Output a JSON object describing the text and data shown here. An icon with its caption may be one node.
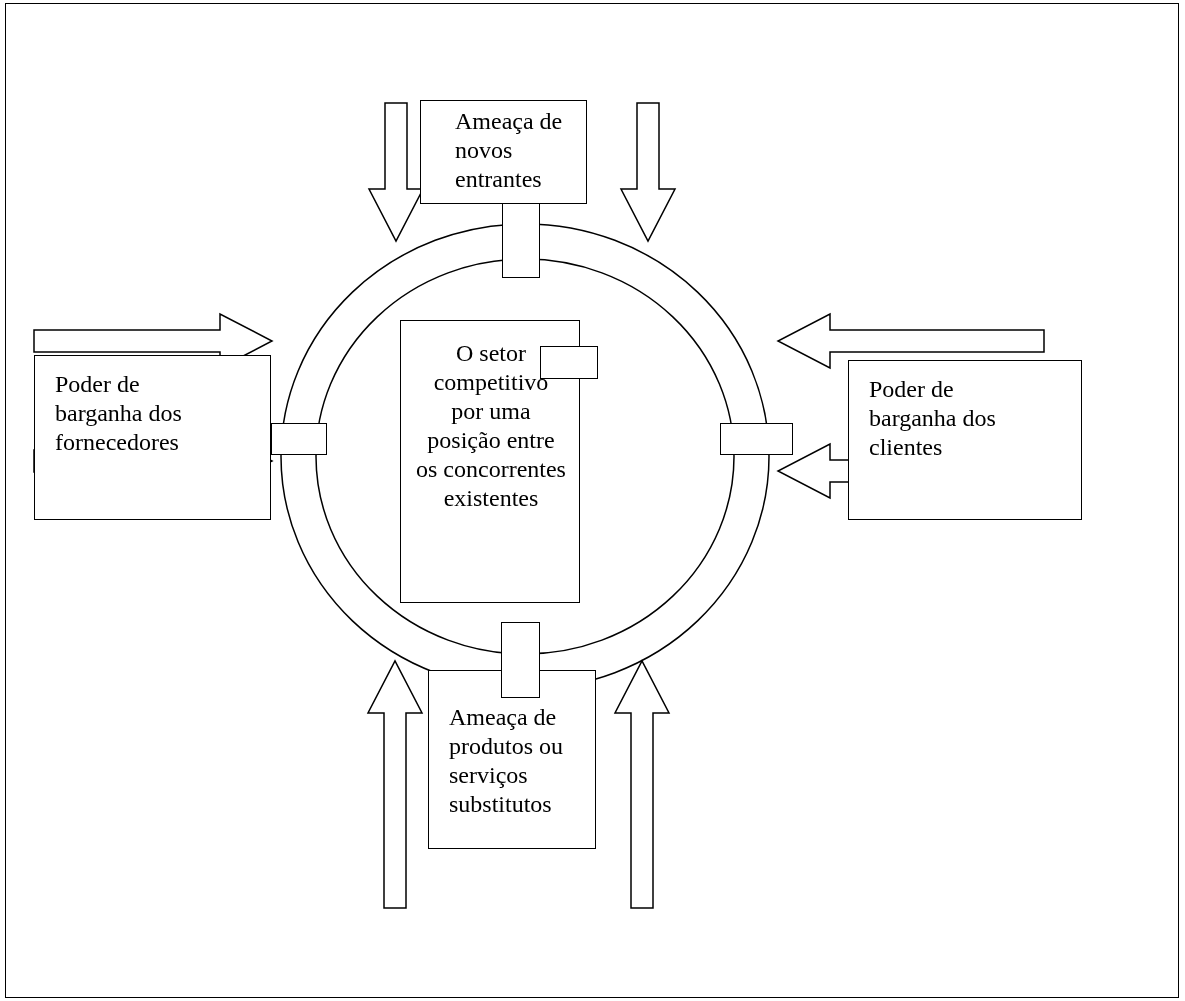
{
  "diagram": {
    "nodes": [
      {
        "text": [
          "Ameaça de novos entrantes"
        ]
      },
      {
        "text": [],
        "shape": "box"
      },
      {
        "text": [],
        "shape": "circle"
      },
      {
        "text": [
          "O setor competitivo por uma posição entre os concorrentes existentes"
        ],
        "in": 2
      },
      {
        "text": [],
        "shape": "box",
        "in": 3
      },
      {
        "text": [
          "Poder de barganha dos fornecedores"
        ]
      },
      {
        "text": [],
        "shape": "box"
      },
      {
        "text": [],
        "shape": "box"
      },
      {
        "text": [
          "Poder de barganha dos clientes"
        ]
      },
      {
        "text": [],
        "shape": "box"
      },
      {
        "text": [
          "Ameaça de produtos ou serviços substitutos"
        ]
      }
    ],
    "edges": [
      {
        "from": null,
        "to": 2,
        "arrow": "to"
      },
      {
        "from": null,
        "to": 2,
        "arrow": "to"
      },
      {
        "from": null,
        "to": 2,
        "arrow": "to"
      },
      {
        "from": null,
        "to": 2,
        "arrow": "to"
      },
      {
        "from": null,
        "to": 2,
        "arrow": "to"
      },
      {
        "from": null,
        "to": 2,
        "arrow": "to"
      },
      {
        "from": null,
        "to": 2,
        "arrow": "to"
      },
      {
        "from": null,
        "to": 2,
        "arrow": "to"
      }
    ]
  }
}
